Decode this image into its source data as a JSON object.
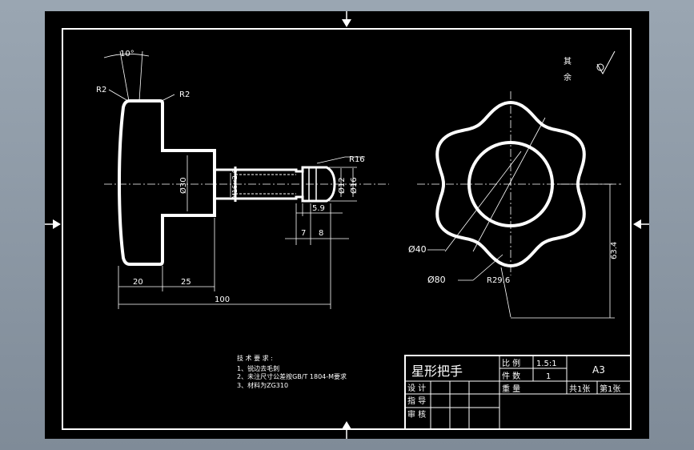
{
  "title_block": {
    "part_name": "星形把手",
    "scale_label": "比 例",
    "scale_value": "1.5:1",
    "quantity_label": "件 数",
    "quantity_value": "1",
    "weight_label": "重 量",
    "sheet_size": "A3",
    "total_sheets": "共1张",
    "sheet_no": "第1张",
    "design_label": "设 计",
    "guide_label": "指 导",
    "review_label": "审 核"
  },
  "notes": {
    "heading": "技 术 要 求 :",
    "line1": "1、锐边去毛刺",
    "line2": "2、未注尺寸公差按GB/T 1804-M要求",
    "line3": "3、材料为ZG310"
  },
  "roughness": {
    "prefix": "其",
    "suffix": "余"
  },
  "dimensions": {
    "angle": "10°",
    "r2_left": "R2",
    "r2_right": "R2",
    "r16": "R16",
    "d30": "Ø30",
    "m16": "M16×2-6",
    "d12": "Ø12",
    "d16": "Ø16",
    "len59": "5.9",
    "len7": "7",
    "len8": "8",
    "len20": "20",
    "len25": "25",
    "len100": "100",
    "d40": "Ø40",
    "d80": "Ø80",
    "r296": "R29.6",
    "h634": "63.4"
  }
}
